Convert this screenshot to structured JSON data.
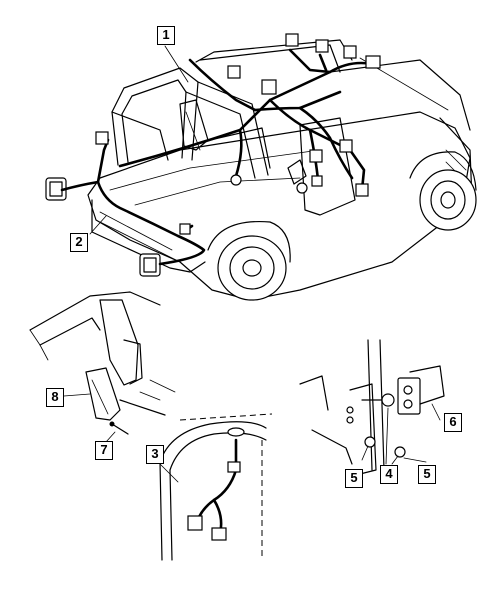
{
  "callouts": [
    {
      "id": "c1",
      "label": "1"
    },
    {
      "id": "c2",
      "label": "2"
    },
    {
      "id": "c3",
      "label": "3"
    },
    {
      "id": "c4",
      "label": "4"
    },
    {
      "id": "c5a",
      "label": "5"
    },
    {
      "id": "c5b",
      "label": "5"
    },
    {
      "id": "c6",
      "label": "6"
    },
    {
      "id": "c7",
      "label": "7"
    },
    {
      "id": "c8",
      "label": "8"
    }
  ],
  "colors": {
    "line": "#000000",
    "background": "#ffffff"
  }
}
